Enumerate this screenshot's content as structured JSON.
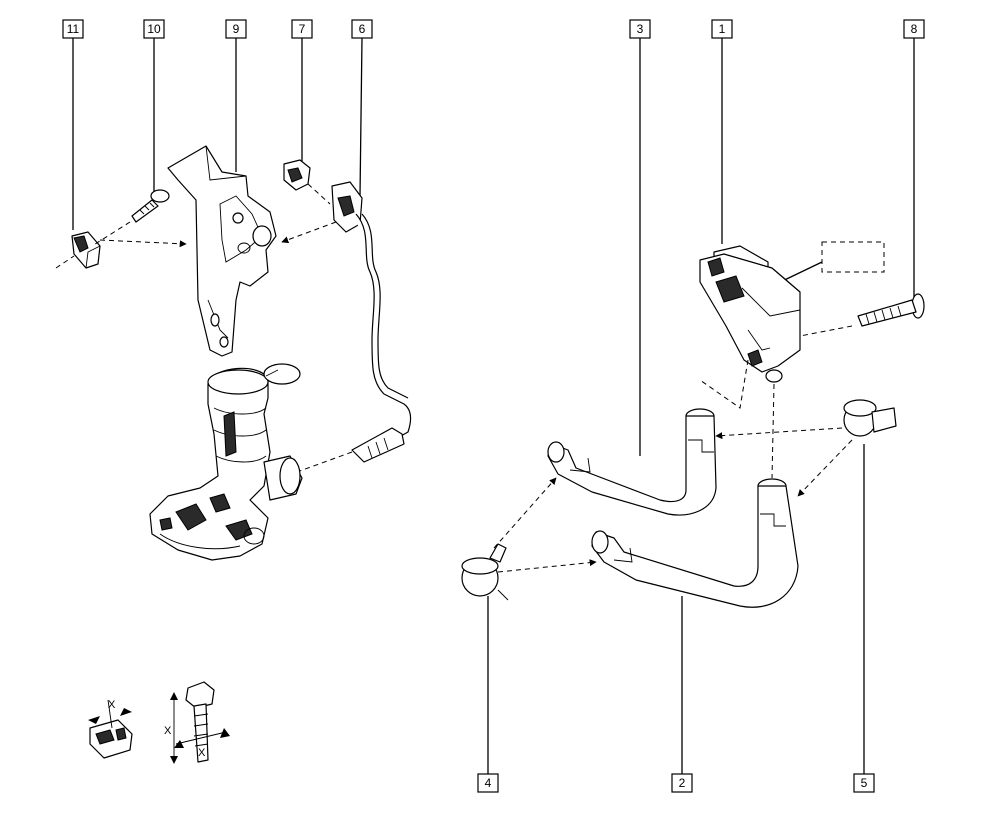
{
  "callouts": [
    {
      "id": "c11",
      "label": "11"
    },
    {
      "id": "c10",
      "label": "10"
    },
    {
      "id": "c9",
      "label": "9"
    },
    {
      "id": "c7",
      "label": "7"
    },
    {
      "id": "c6",
      "label": "6"
    },
    {
      "id": "c3",
      "label": "3"
    },
    {
      "id": "c1",
      "label": "1"
    },
    {
      "id": "c8",
      "label": "8"
    },
    {
      "id": "c4",
      "label": "4"
    },
    {
      "id": "c2",
      "label": "2"
    },
    {
      "id": "c5",
      "label": "5"
    }
  ],
  "dimension_labels": {
    "x_clip_top": "X",
    "x_bolt_side": "X",
    "x_bolt_bottom": "X"
  }
}
